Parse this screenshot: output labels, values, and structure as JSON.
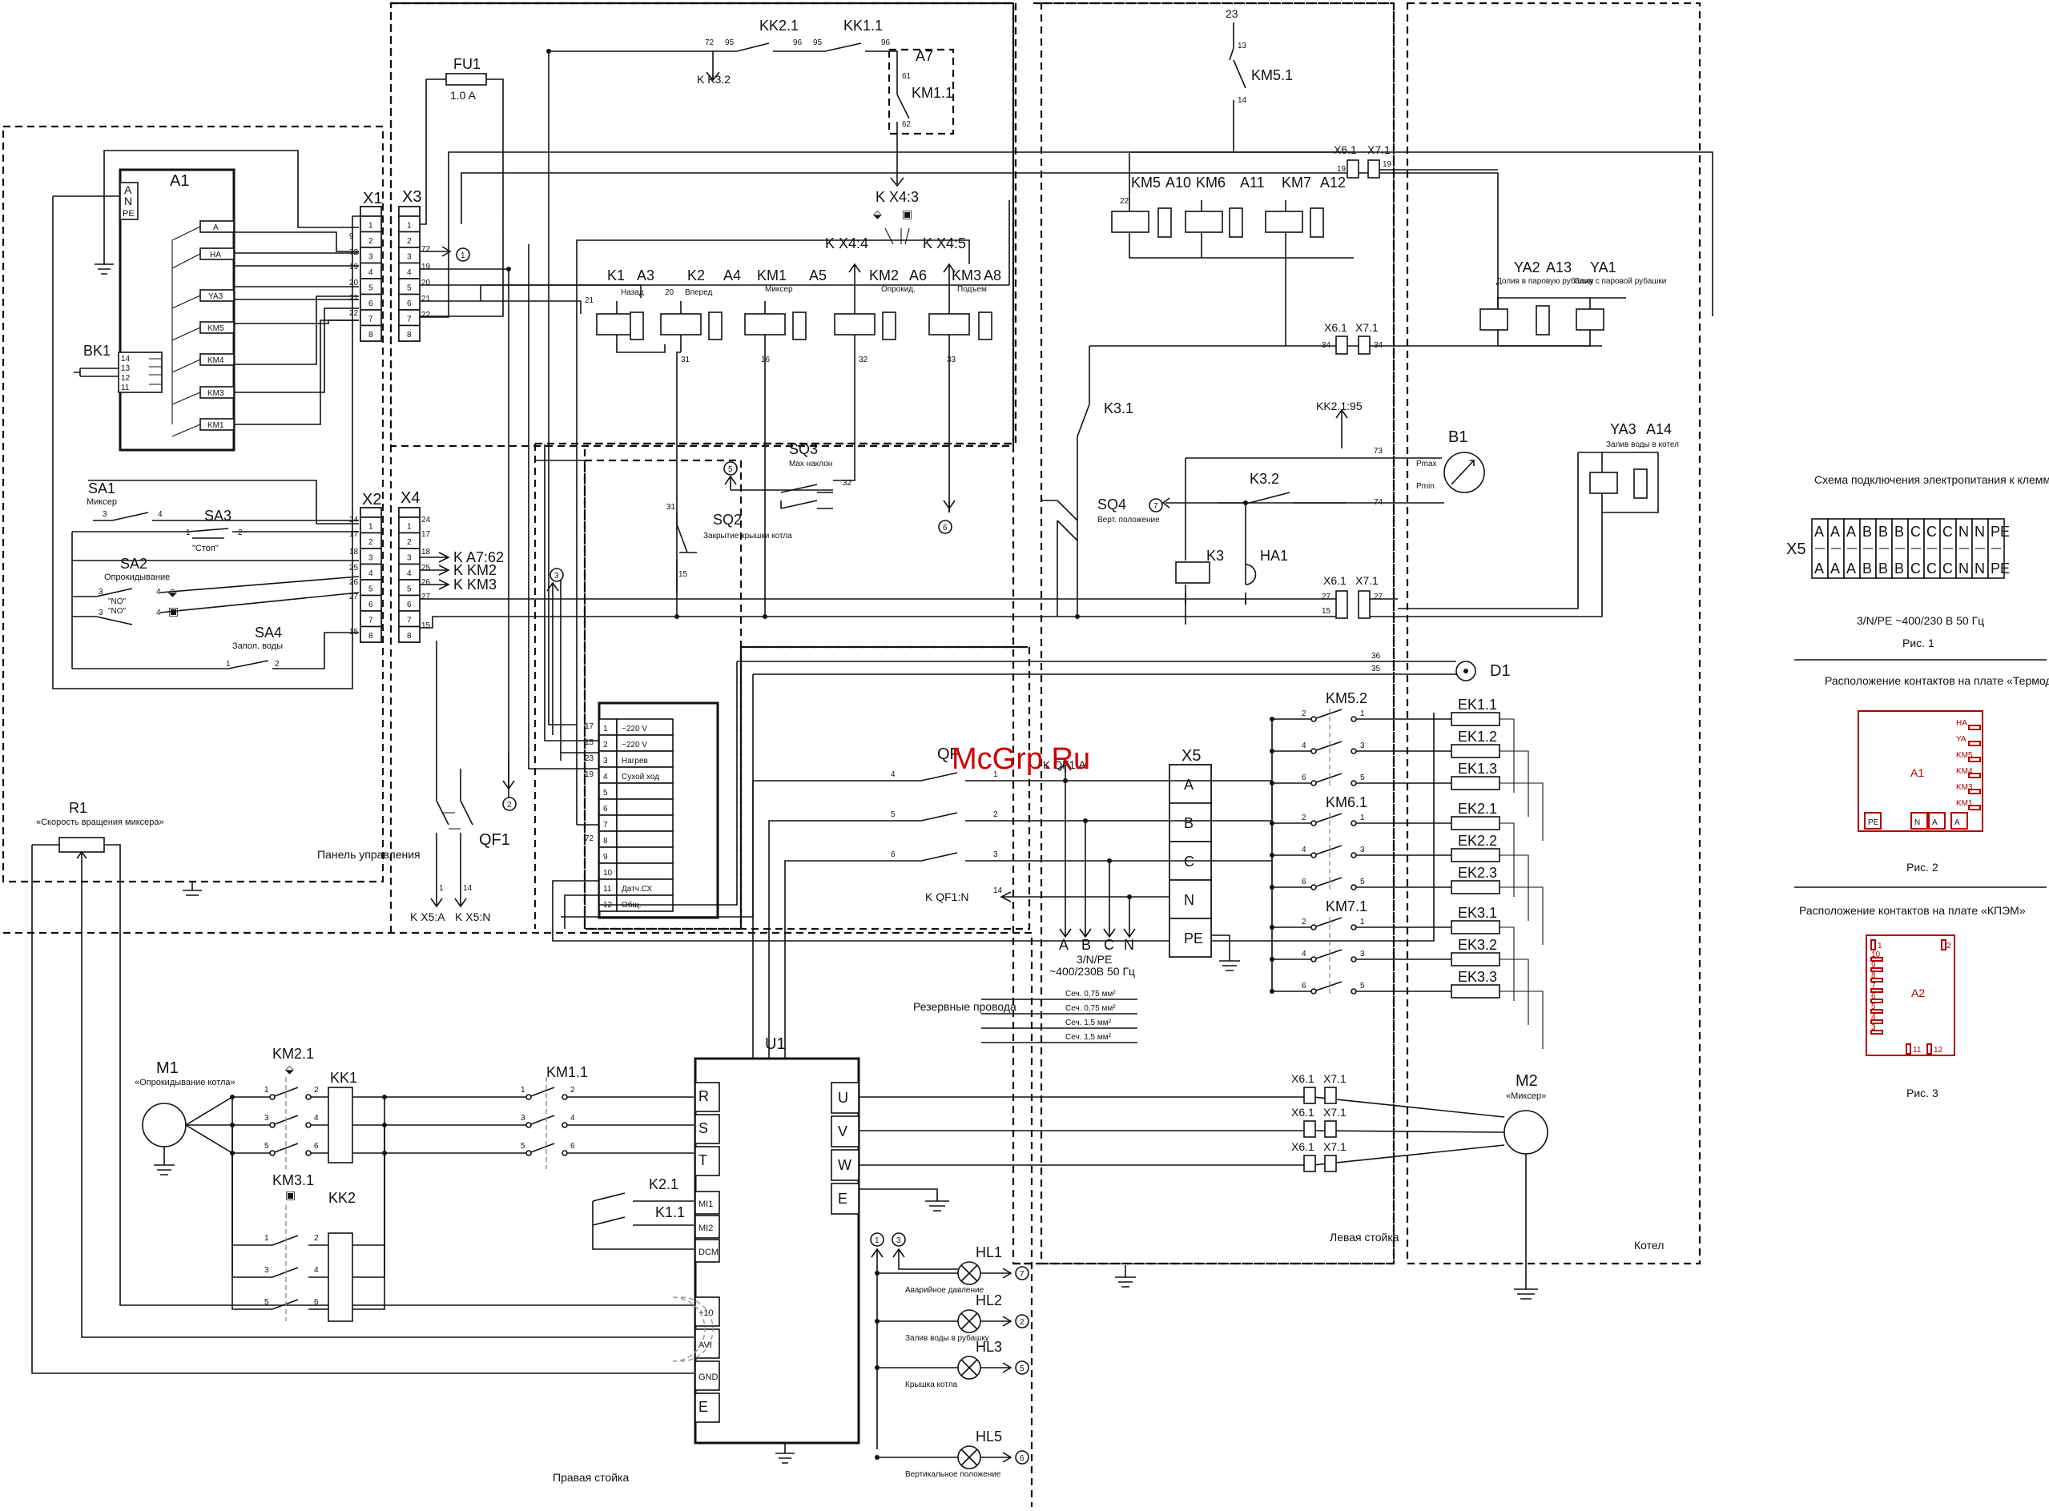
{
  "watermark": "McGrp.Ru",
  "regions": {
    "panel": "Панель управления",
    "left_rack": "Левая стойка",
    "right_rack": "Правая стойка",
    "boiler": "Котел"
  },
  "components": {
    "A1": "A1",
    "A2": "A2",
    "A7": "A7",
    "U1": "U1",
    "FU1": "FU1",
    "FU1_rating": "1.0 A",
    "BK1": "BK1",
    "R1": "R1",
    "R1_desc": "«Скорость вращения миксера»",
    "M1": "M1",
    "M1_desc": "«Опрокидывание котла»",
    "M2": "M2",
    "M2_desc": "«Миксер»",
    "B1": "B1",
    "D1": "D1",
    "HA1": "HA1",
    "QF1": "QF1",
    "QF": "QF",
    "X1": "X1",
    "X2": "X2",
    "X3": "X3",
    "X4": "X4",
    "X5": "X5",
    "KM1_1": "KM1.1",
    "KM5_1": "KM5.1",
    "KK1_1": "KK1.1",
    "KK2_1": "KK2.1",
    "KM2_1": "KM2.1",
    "KM3_1": "KM3.1",
    "KK1": "KK1",
    "KK2": "KK2",
    "K2_1": "K2.1",
    "K1_1": "K1.1",
    "K3_1": "K3.1",
    "K3_2": "K3.2",
    "K3": "K3",
    "KM5_2": "KM5.2",
    "KM6_1": "KM6.1",
    "KM7_1": "KM7.1",
    "KM1_1b": "KM1.1"
  },
  "relays_top": [
    {
      "k": "K1",
      "a": "A3",
      "desc": "Назад",
      "n": "21"
    },
    {
      "k": "K2",
      "a": "A4",
      "desc": "Вперед",
      "n": "20"
    },
    {
      "k": "KM1",
      "a": "A5",
      "desc": "Миксер",
      "n": ""
    },
    {
      "k": "KM2",
      "a": "A6",
      "desc": "Опрокид.",
      "n": ""
    },
    {
      "k": "KM3",
      "a": "A8",
      "desc": "Подъем",
      "n": ""
    }
  ],
  "relays_right": [
    {
      "k": "KM5",
      "a": "A10"
    },
    {
      "k": "KM6",
      "a": "A11"
    },
    {
      "k": "KM7",
      "a": "A12"
    }
  ],
  "valves": [
    {
      "k": "YA2",
      "a": "A13",
      "desc": "Долив в паровую рубашку"
    },
    {
      "k": "YA1",
      "a": "",
      "desc": "Слив с паровой рубашки"
    },
    {
      "k": "YA3",
      "a": "A14",
      "desc": "Залив воды в котел"
    }
  ],
  "a1_pins": [
    "A",
    "N",
    "PE"
  ],
  "a1_outputs": [
    "A",
    "HA",
    "YA3",
    "KM5",
    "KM4",
    "KM3",
    "KM1"
  ],
  "bk1_pins": [
    "14",
    "13",
    "12",
    "11"
  ],
  "x1_pins": [
    "1",
    "2",
    "3",
    "4",
    "5",
    "6",
    "7",
    "8"
  ],
  "x1_wires": [
    "9",
    "72",
    "19",
    "20",
    "21",
    "22"
  ],
  "x3_wires": [
    "72",
    "19",
    "20",
    "21",
    "22"
  ],
  "x2_wires": [
    "24",
    "17",
    "18",
    "25",
    "26",
    "27",
    "15"
  ],
  "x4_wires": [
    "24",
    "17",
    "18",
    "25",
    "26",
    "27",
    "15"
  ],
  "x4_refs": [
    "K A7:62",
    "K KM2",
    "K KM3"
  ],
  "switches": [
    {
      "n": "SA1",
      "desc": "Миксер"
    },
    {
      "n": "SA3",
      "desc": "\"Стоп\""
    },
    {
      "n": "SA2",
      "desc": "Опрокидывание"
    },
    {
      "n": "SA4",
      "desc": "Запол. воды"
    }
  ],
  "sa2_no": "\"NO\"",
  "sq": [
    {
      "n": "SQ2",
      "desc": "Закрытие крышки котла"
    },
    {
      "n": "SQ3",
      "desc": "Max наклон"
    },
    {
      "n": "SQ4",
      "desc": "Верт. положение"
    }
  ],
  "refs_top": {
    "k_k32": "K K3.2",
    "k_x43": "K X4:3",
    "k_x44": "K X4:4",
    "k_x45": "K X4:5",
    "k_kk295": "KK2.1:95",
    "k_qf1a": "K QF1:A",
    "k_qf1n": "K QF1:N",
    "k_x5a": "K X5:A",
    "k_x5n": "K X5:N"
  },
  "wire_nums": {
    "w72": "72",
    "w95": "95",
    "w96": "96",
    "w95b": "95",
    "w96b": "96",
    "w61": "61",
    "w62": "62",
    "w23": "23",
    "w13": "13",
    "w14": "14",
    "w22": "22",
    "w19": "19",
    "w34": "34",
    "w73": "73",
    "w74": "74",
    "w31": "31",
    "w15": "15",
    "w16": "16",
    "w32": "32",
    "w33": "33",
    "w36": "36",
    "w35": "35",
    "w27": "27",
    "w15b": "15"
  },
  "b1_pmax": "Pmax",
  "b1_pmin": "Pmin",
  "a2_rows": [
    {
      "n": "1",
      "t": "~220 V",
      "w": "17"
    },
    {
      "n": "2",
      "t": "~220 V",
      "w": "15"
    },
    {
      "n": "3",
      "t": "Нагрев",
      "w": "23"
    },
    {
      "n": "4",
      "t": "Сухой ход",
      "w": "19"
    },
    {
      "n": "5",
      "t": "",
      "w": ""
    },
    {
      "n": "6",
      "t": "",
      "w": ""
    },
    {
      "n": "7",
      "t": "",
      "w": ""
    },
    {
      "n": "8",
      "t": "",
      "w": "72"
    },
    {
      "n": "9",
      "t": "",
      "w": ""
    },
    {
      "n": "10",
      "t": "",
      "w": ""
    },
    {
      "n": "11",
      "t": "Датч.СХ",
      "w": ""
    },
    {
      "n": "12",
      "t": "Общ.",
      "w": ""
    }
  ],
  "x5_rows": [
    "A",
    "B",
    "C",
    "N",
    "PE"
  ],
  "supply": {
    "abcn": [
      "A",
      "B",
      "C",
      "N"
    ],
    "desc1": "3/N/PE",
    "desc2": "~400/230В 50 Гц"
  },
  "spare": {
    "title": "Резервные провода",
    "lines": [
      "Сеч. 0,75 мм²",
      "Сеч. 0,75 мм²",
      "Сеч. 1,5 мм²",
      "Сеч. 1,5 мм²"
    ]
  },
  "heaters": [
    "EK1.1",
    "EK1.2",
    "EK1.3",
    "EK2.1",
    "EK2.2",
    "EK2.3",
    "EK3.1",
    "EK3.2",
    "EK3.3"
  ],
  "contact_pins": [
    "2",
    "1",
    "4",
    "3",
    "6",
    "5"
  ],
  "x67": {
    "x6": "X6.1",
    "x7": "X7.1"
  },
  "u1_in": [
    "R",
    "S",
    "T",
    "MI1",
    "MI2",
    "DCM",
    "+10",
    "AVI",
    "GND",
    "E"
  ],
  "u1_out": [
    "U",
    "V",
    "W",
    "E"
  ],
  "lamps": [
    {
      "n": "HL1",
      "desc": "Аварийное давление",
      "ref": "7"
    },
    {
      "n": "HL2",
      "desc": "Залив воды в рубашку",
      "ref": "2"
    },
    {
      "n": "HL3",
      "desc": "Крышка котла",
      "ref": "5"
    },
    {
      "n": "HL5",
      "desc": "Вертикальное положение",
      "ref": "6"
    }
  ],
  "circled": [
    "1",
    "2",
    "3",
    "5",
    "6",
    "7"
  ],
  "fig1": {
    "title": "Схема подключения электропитания к клеммной колодке",
    "terminals": [
      "A",
      "A",
      "A",
      "B",
      "B",
      "B",
      "C",
      "C",
      "C",
      "N",
      "N",
      "PE"
    ],
    "caption": "3/N/PE ~400/230 В 50 Гц",
    "label": "Рис. 1"
  },
  "fig2": {
    "title": "Расположение контактов на плате «Термодат »",
    "pins": [
      "HA",
      "YA",
      "KM5",
      "KM4",
      "KM3",
      "KM1"
    ],
    "bottom": [
      "PE",
      "N",
      "A",
      "A"
    ],
    "name": "A1",
    "label": "Рис. 2"
  },
  "fig3": {
    "title": "Расположение контактов на плате «КПЭМ»",
    "pins": [
      "1",
      "2",
      "10",
      "9",
      "8",
      "7",
      "6",
      "5",
      "4",
      "3",
      "11",
      "12"
    ],
    "name": "A2",
    "label": "Рис. 3"
  }
}
